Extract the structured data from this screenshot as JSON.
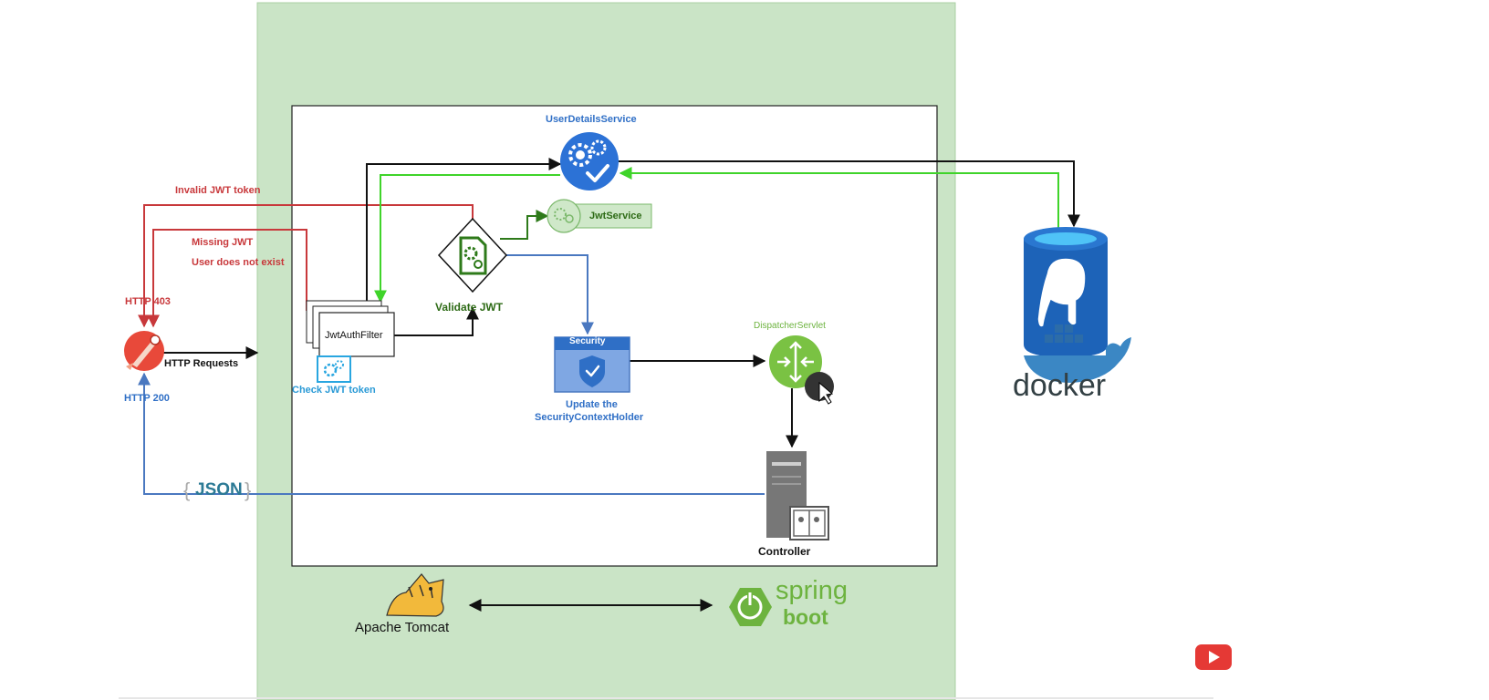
{
  "labels": {
    "user_details_service": "UserDetailsService",
    "jwt_service": "JwtService",
    "invalid_jwt": "Invalid JWT token",
    "missing_jwt": "Missing JWT",
    "user_not_exist": "User does not exist",
    "http_403": "HTTP 403",
    "http_requests": "HTTP Requests",
    "http_200": "HTTP 200",
    "jwt_auth_filter": "JwtAuthFilter",
    "check_jwt": "Check JWT token",
    "validate_jwt": "Validate JWT",
    "security": "Security",
    "update_line1": "Update the",
    "update_line2": "SecurityContextHolder",
    "dispatcher_servlet": "DispatcherServlet",
    "controller": "Controller",
    "json": "JSON",
    "apache_tomcat": "Apache Tomcat",
    "spring": "spring",
    "boot": "boot",
    "docker": "docker"
  },
  "colors": {
    "container_green": "#cae4c6",
    "red": "#c8383b",
    "blue": "#2f6fc6",
    "bright_green": "#3fd42a",
    "spring_green": "#6db33f",
    "docker_blue": "#1d63b8",
    "youtube_red": "#e53935"
  },
  "icons": [
    "postman-icon",
    "gears-icon",
    "jwt-service-icon",
    "validate-jwt-icon",
    "security-shield-icon",
    "dispatcher-servlet-icon",
    "controller-server-icon",
    "tomcat-icon",
    "spring-power-icon",
    "postgres-docker-icon",
    "youtube-icon",
    "cursor-icon"
  ]
}
